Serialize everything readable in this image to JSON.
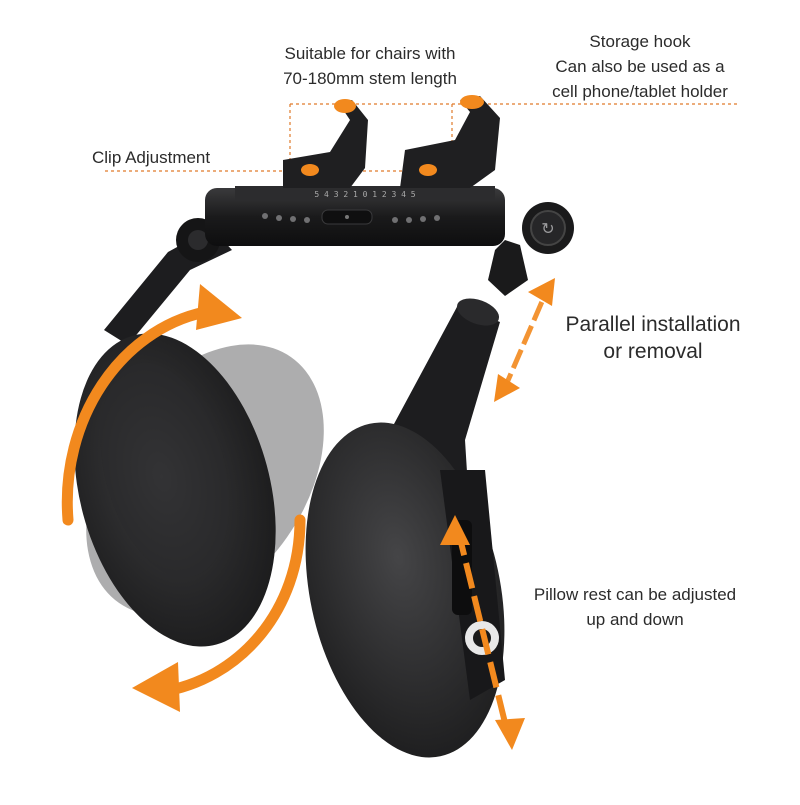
{
  "annotations": {
    "stem_length": {
      "line1": "Suitable for chairs with",
      "line2": "70-180mm stem length"
    },
    "storage_hook": {
      "line1": "Storage hook",
      "line2": "Can also be used as a",
      "line3": "cell phone/tablet holder"
    },
    "clip_adjustment": {
      "line1": "Clip Adjustment"
    },
    "parallel_installation": {
      "line1": "Parallel installation",
      "line2": "or removal"
    },
    "pillow_adjust": {
      "line1": "Pillow rest can be adjusted",
      "line2": "up and down"
    }
  },
  "scale_marks": "5 4 3 2 1 0 1 2 3 4 5",
  "colors": {
    "accent_orange": "#f2891e",
    "product_black": "#1c1c1e",
    "dash_line": "#e07a2a",
    "text": "#2b2b2b"
  },
  "icons": [
    "rotate-arrow-icon",
    "double-arrow-icon",
    "rotation-symbol-icon"
  ]
}
